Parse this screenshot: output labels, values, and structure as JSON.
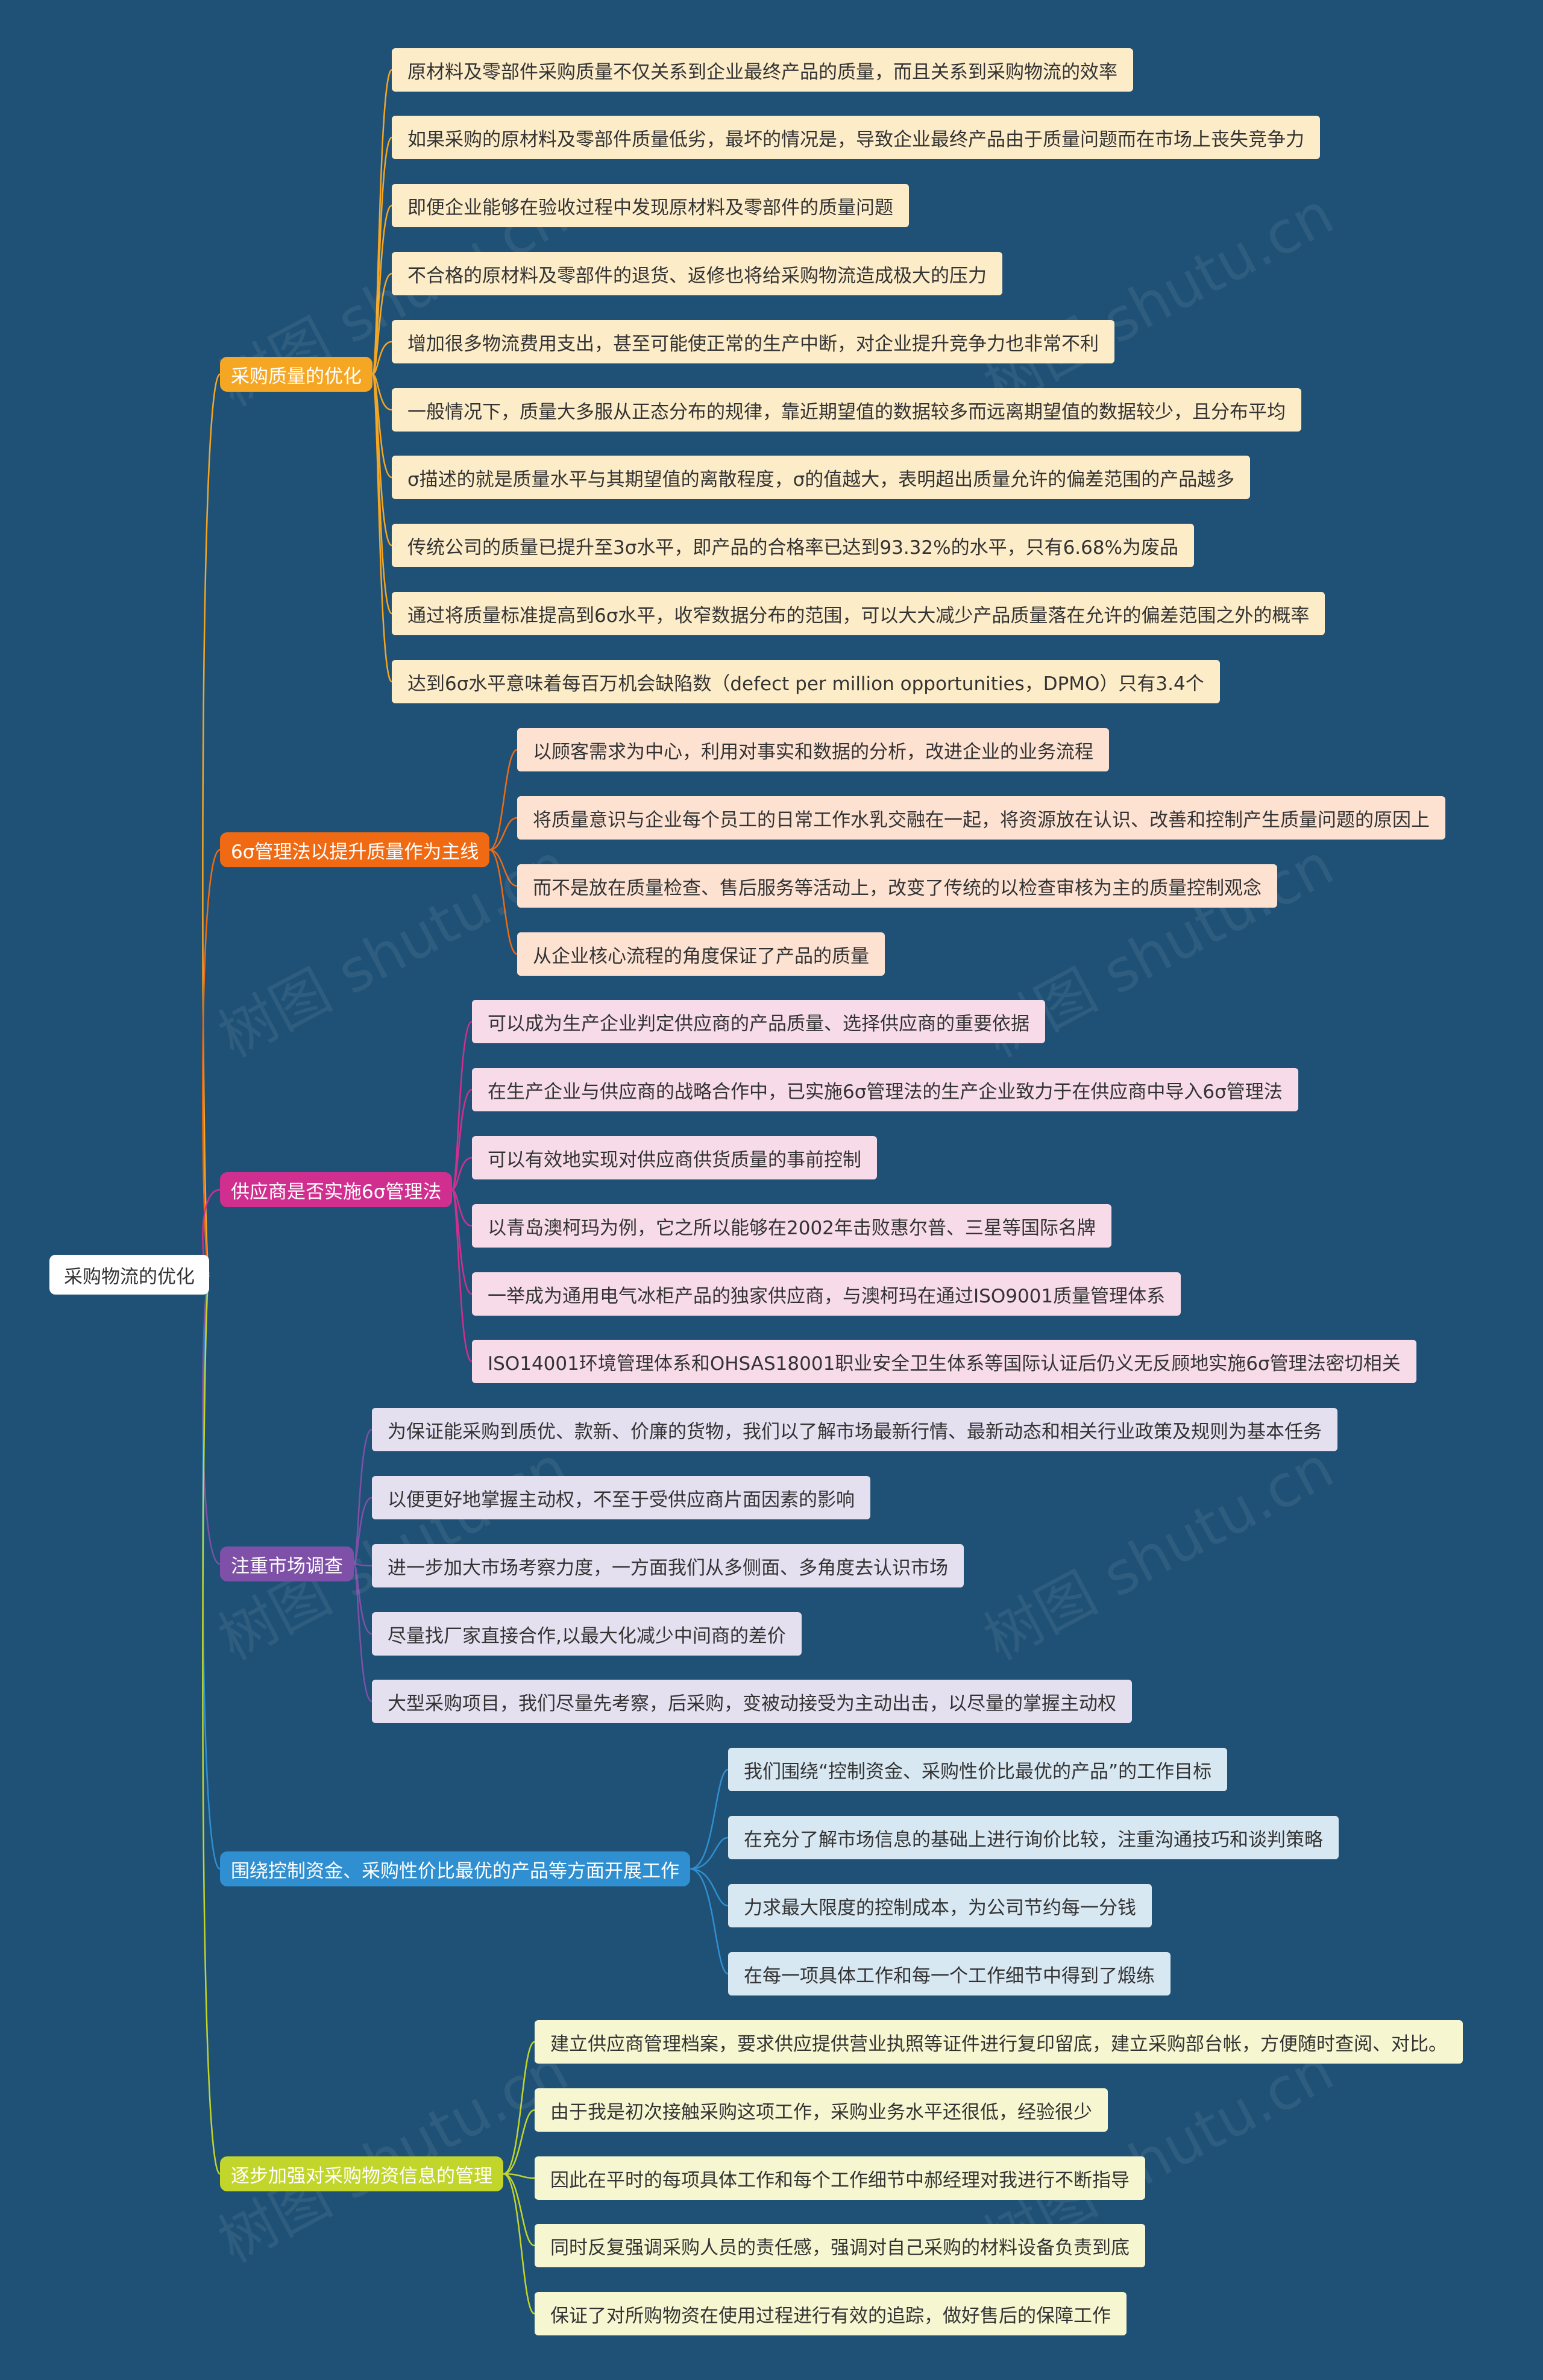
{
  "root": {
    "label": "采购物流的优化"
  },
  "branches": [
    {
      "label": "采购质量的优化",
      "color": "#f5a623",
      "leaf_bg": "#fdecc8",
      "items": [
        "原材料及零部件采购质量不仅关系到企业最终产品的质量，而且关系到采购物流的效率",
        "如果采购的原材料及零部件质量低劣，最坏的情况是，导致企业最终产品由于质量问题而在市场上丧失竞争力",
        "即便企业能够在验收过程中发现原材料及零部件的质量问题",
        "不合格的原材料及零部件的退货、返修也将给采购物流造成极大的压力",
        "增加很多物流费用支出，甚至可能使正常的生产中断，对企业提升竞争力也非常不利",
        "一般情况下，质量大多服从正态分布的规律，靠近期望值的数据较多而远离期望值的数据较少，且分布平均",
        "σ描述的就是质量水平与其期望值的离散程度，σ的值越大，表明超出质量允许的偏差范围的产品越多",
        "传统公司的质量已提升至3σ水平，即产品的合格率已达到93.32%的水平，只有6.68%为废品",
        "通过将质量标准提高到6σ水平，收窄数据分布的范围，可以大大减少产品质量落在允许的偏差范围之外的概率",
        "达到6σ水平意味着每百万机会缺陷数（defect per million opportunities，DPMO）只有3.4个"
      ]
    },
    {
      "label": "6σ管理法以提升质量作为主线",
      "color": "#f06a13",
      "leaf_bg": "#fde2d2",
      "items": [
        "以顾客需求为中心，利用对事实和数据的分析，改进企业的业务流程",
        "将质量意识与企业每个员工的日常工作水乳交融在一起，将资源放在认识、改善和控制产生质量问题的原因上",
        "而不是放在质量检查、售后服务等活动上，改变了传统的以检查审核为主的质量控制观念",
        "从企业核心流程的角度保证了产品的质量"
      ]
    },
    {
      "label": "供应商是否实施6σ管理法",
      "color": "#d12f8f",
      "leaf_bg": "#f7dbe9",
      "items": [
        "可以成为生产企业判定供应商的产品质量、选择供应商的重要依据",
        "在生产企业与供应商的战略合作中，已实施6σ管理法的生产企业致力于在供应商中导入6σ管理法",
        "可以有效地实现对供应商供货质量的事前控制",
        "以青岛澳柯玛为例，它之所以能够在2002年击败惠尔普、三星等国际名牌",
        "一举成为通用电气冰柜产品的独家供应商，与澳柯玛在通过ISO9001质量管理体系",
        "ISO14001环境管理体系和OHSAS18001职业安全卫生体系等国际认证后仍义无反顾地实施6σ管理法密切相关"
      ]
    },
    {
      "label": "注重市场调查",
      "color": "#7e50a8",
      "leaf_bg": "#e5e0f0",
      "items": [
        "为保证能采购到质优、款新、价廉的货物，我们以了解市场最新行情、最新动态和相关行业政策及规则为基本任务",
        "以便更好地掌握主动权，不至于受供应商片面因素的影响",
        "进一步加大市场考察力度，一方面我们从多侧面、多角度去认识市场",
        "尽量找厂家直接合作,以最大化减少中间商的差价",
        "大型采购项目，我们尽量先考察，后采购，变被动接受为主动出击，以尽量的掌握主动权"
      ]
    },
    {
      "label": "围绕控制资金、采购性价比最优的产品等方面开展工作",
      "color": "#2f8fd0",
      "leaf_bg": "#d8e8f3",
      "items": [
        "我们围绕“控制资金、采购性价比最优的产品”的工作目标",
        "在充分了解市场信息的基础上进行询价比较，注重沟通技巧和谈判策略",
        "力求最大限度的控制成本，为公司节约每一分钱",
        "在每一项具体工作和每一个工作细节中得到了煅练"
      ]
    },
    {
      "label": "逐步加强对采购物资信息的管理",
      "color": "#c2d52a",
      "leaf_bg": "#f6f7d0",
      "items": [
        "建立供应商管理档案，要求供应提供营业执照等证件进行复印留底，建立采购部台帐，方便随时查阅、对比。",
        "由于我是初次接触采购这项工作，采购业务水平还很低，经验很少",
        "因此在平时的每项具体工作和每个工作细节中郝经理对我进行不断指导",
        "同时反复强调采购人员的责任感，强调对自己采购的材料设备负责到底",
        "保证了对所购物资在使用过程进行有效的追踪，做好售后的保障工作"
      ]
    }
  ]
}
